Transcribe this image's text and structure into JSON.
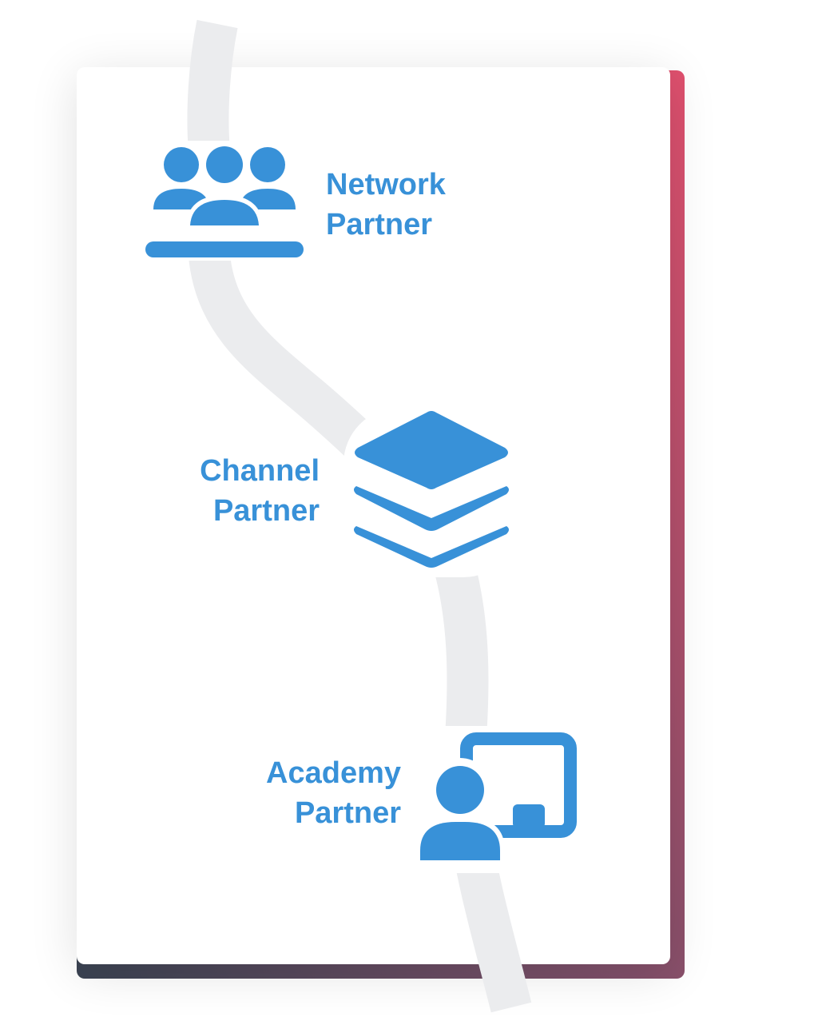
{
  "colors": {
    "icon_blue": "#3891d8",
    "path_gray": "#ebecee",
    "accent_start": "#3a4352",
    "accent_end": "#e0506e"
  },
  "nodes": [
    {
      "id": "network-partner",
      "icon": "users-group-icon",
      "label_line1": "Network",
      "label_line2": "Partner"
    },
    {
      "id": "channel-partner",
      "icon": "layers-stack-icon",
      "label_line1": "Channel",
      "label_line2": "Partner"
    },
    {
      "id": "academy-partner",
      "icon": "teacher-whiteboard-icon",
      "label_line1": "Academy",
      "label_line2": "Partner"
    }
  ]
}
